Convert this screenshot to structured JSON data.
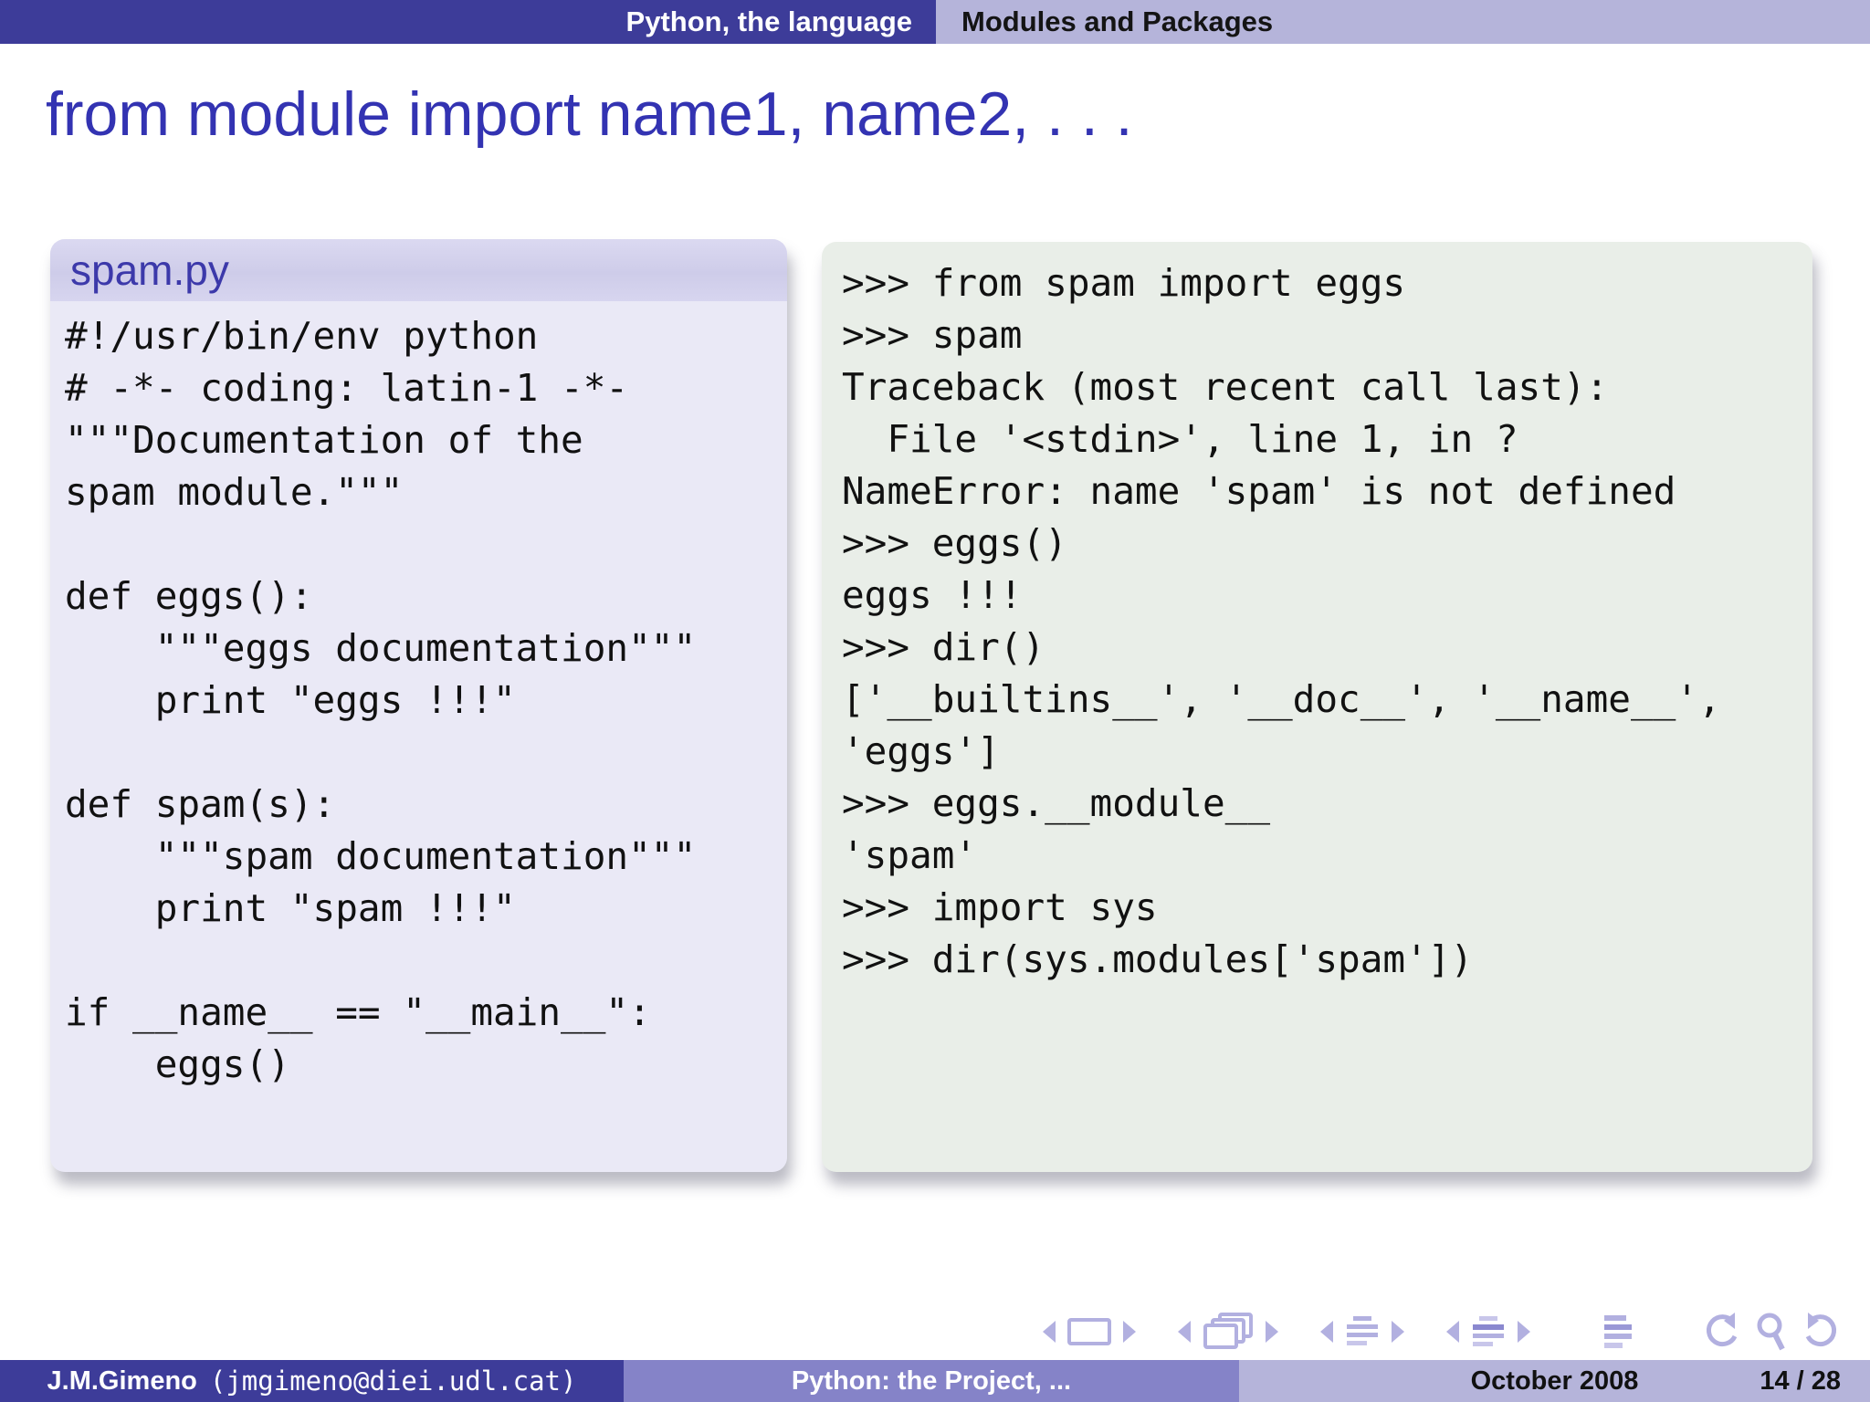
{
  "header": {
    "section": "Python, the language",
    "subsection": "Modules and Packages"
  },
  "title": "from module import name1, name2, . . .",
  "left_block": {
    "title": "spam.py",
    "lines": [
      "#!/usr/bin/env python",
      "# -*- coding: latin-1 -*-",
      "\"\"\"Documentation of the",
      "spam module.\"\"\"",
      "",
      "def eggs():",
      "    \"\"\"eggs documentation\"\"\"",
      "    print \"eggs !!!\"",
      "",
      "def spam(s):",
      "    \"\"\"spam documentation\"\"\"",
      "    print \"spam !!!\"",
      "",
      "if __name__ == \"__main__\":",
      "    eggs()"
    ]
  },
  "right_block": {
    "lines": [
      ">>> from spam import eggs",
      ">>> spam",
      "Traceback (most recent call last):",
      "  File '<stdin>', line 1, in ?",
      "NameError: name 'spam' is not defined",
      ">>> eggs()",
      "eggs !!!",
      ">>> dir()",
      "['__builtins__', '__doc__', '__name__',",
      "'eggs']",
      ">>> eggs.__module__",
      "'spam'",
      ">>> import sys",
      ">>> dir(sys.modules['spam'])"
    ]
  },
  "footer": {
    "author": "J.M.Gimeno",
    "email": "(jmgimeno@diei.udl.cat)",
    "title": "Python: the Project, ...",
    "date": "October 2008",
    "page": "14 / 28"
  },
  "nav_icons": [
    "prev-slide",
    "slide",
    "next-slide",
    "prev-frame",
    "frames",
    "next-frame",
    "prev-section",
    "section-list",
    "next-section",
    "prev-subsection",
    "subsection-list",
    "next-subsection",
    "document-outline",
    "back",
    "search",
    "forward"
  ],
  "colors": {
    "header_dark": "#3d3c99",
    "header_light": "#b5b4da",
    "footer_mid": "#8583c8",
    "frametitle": "#3333b2",
    "block_title_text": "#3c39aa",
    "block_header_bg": "#d1cfec",
    "block_body_bg": "#eae9f6",
    "example_body_bg": "#e9eee8",
    "nav_icon": "#b2b0e0",
    "code_text": "#111111"
  }
}
